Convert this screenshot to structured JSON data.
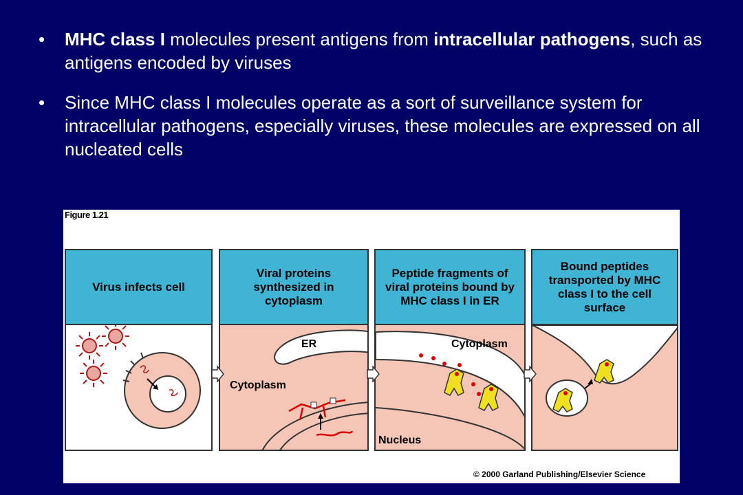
{
  "bullets": [
    {
      "bold1": "MHC class I",
      "text1": " molecules present antigens from ",
      "bold2": "intracellular pathogens",
      "text2": ", such as antigens encoded by viruses"
    },
    {
      "text": "Since MHC class I molecules operate as a sort of surveillance system for intracellular pathogens, especially viruses, these molecules are expressed on all nucleated cells"
    }
  ],
  "figure": {
    "label": "Figure 1.21",
    "panels": [
      {
        "title": "Virus infects cell"
      },
      {
        "title": "Viral proteins synthesized in cytoplasm",
        "labels": {
          "er": "ER",
          "cytoplasm": "Cytoplasm"
        }
      },
      {
        "title": "Peptide fragments of viral proteins bound by MHC class I in ER",
        "labels": {
          "cytoplasm": "Cytoplasm",
          "nucleus": "Nucleus"
        }
      },
      {
        "title": "Bound peptides transported by MHC class I to the cell surface"
      }
    ],
    "copyright": "© 2000 Garland Publishing/Elsevier Science"
  },
  "colors": {
    "background": "#000066",
    "header": "#40b4d4",
    "cell": "#f5c6b6",
    "virus": "#b01818",
    "mhc": "#f0e020"
  }
}
